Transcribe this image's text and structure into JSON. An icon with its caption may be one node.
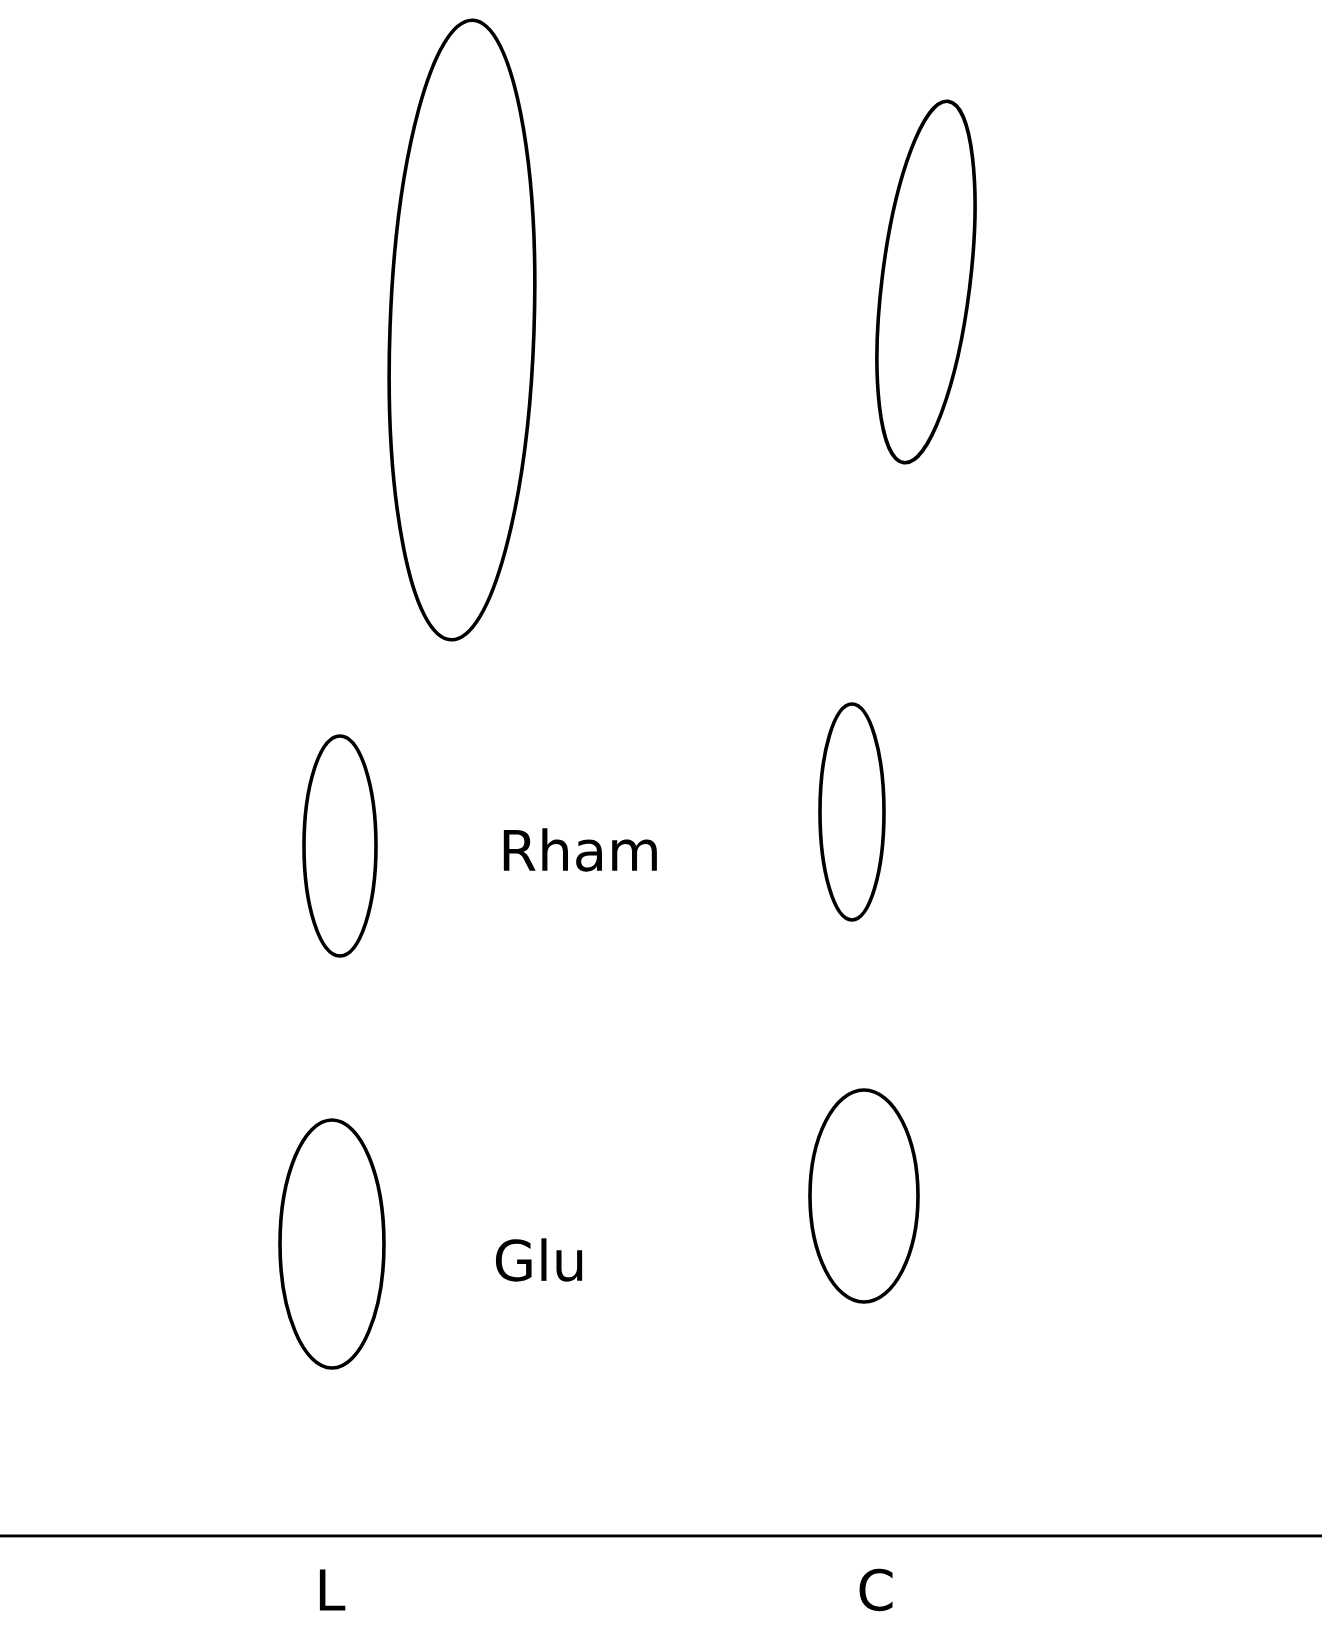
{
  "diagram": {
    "nodes": [
      {
        "text": [],
        "shape": "ellipse"
      },
      {
        "text": [],
        "shape": "ellipse"
      },
      {
        "text": [],
        "shape": "ellipse"
      },
      {
        "text": [],
        "shape": "ellipse"
      },
      {
        "text": [],
        "shape": "ellipse"
      },
      {
        "text": [],
        "shape": "ellipse"
      }
    ],
    "labels": [
      "Rham",
      "Glu",
      "L",
      "C"
    ]
  }
}
